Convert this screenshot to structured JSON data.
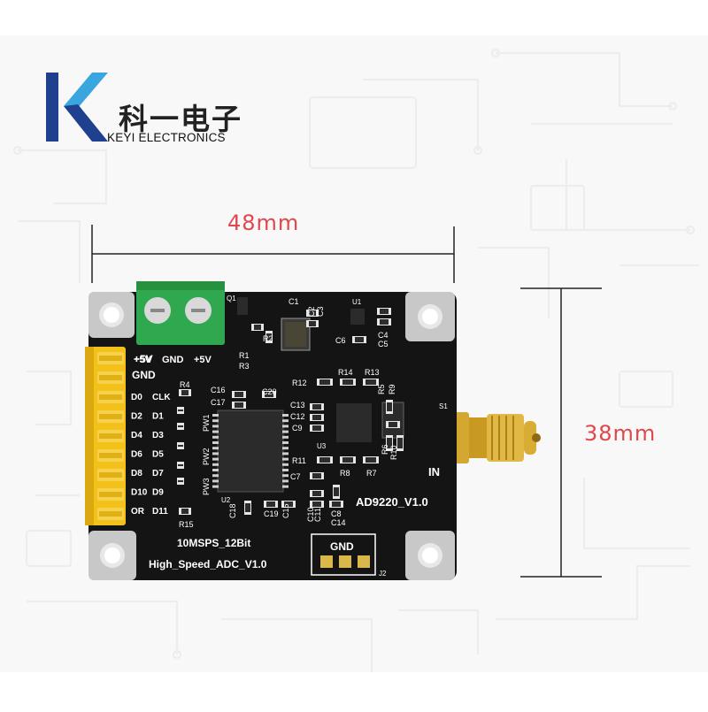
{
  "brand": {
    "logo_letter": "K",
    "name_cn": "科一电子",
    "name_en": "KEYI ELECTRONICS",
    "colors": {
      "logo_dark": "#1f3f8f",
      "logo_light": "#3aa6e0"
    }
  },
  "dimensions": {
    "width_label": "48mm",
    "height_label": "38mm",
    "color": "#e0474c"
  },
  "board": {
    "colors": {
      "pcb": "#141414",
      "silkscreen": "#ffffff",
      "header": "#f2c21b",
      "terminal": "#2fa84f",
      "sma": "#d4a830"
    },
    "title": "AD9220_V1.0",
    "spec_line": "10MSPS_12Bit",
    "name_line": "High_Speed_ADC_V1.0",
    "power_labels": [
      "+5V",
      "GND",
      "+5V"
    ],
    "header_labels": {
      "left": [
        "+5V",
        "GND",
        "D0",
        "D2",
        "D4",
        "D6",
        "D8",
        "D10",
        "OR"
      ],
      "right": [
        "CLK",
        "D1",
        "D3",
        "D5",
        "D7",
        "D9",
        "D11"
      ]
    },
    "gnd_box_label": "GND",
    "input_label": "IN",
    "connector_labels": {
      "j2": "J2",
      "s1": "S1",
      "q1": "Q1",
      "u1": "U1",
      "u2": "U2",
      "u3": "U3"
    },
    "pw_labels": [
      "PW1",
      "PW2",
      "PW3"
    ],
    "components": [
      "C1",
      "C2",
      "C3",
      "C4",
      "C5",
      "C6",
      "R2",
      "R1",
      "R3",
      "R12",
      "R14",
      "R13",
      "R5",
      "R9",
      "R4",
      "C16",
      "C17",
      "C20",
      "C13",
      "C12",
      "C9",
      "R6",
      "R10",
      "R11",
      "R8",
      "R7",
      "C7",
      "C10",
      "C11",
      "C8",
      "C14",
      "C15",
      "C18",
      "C19",
      "R15"
    ]
  }
}
